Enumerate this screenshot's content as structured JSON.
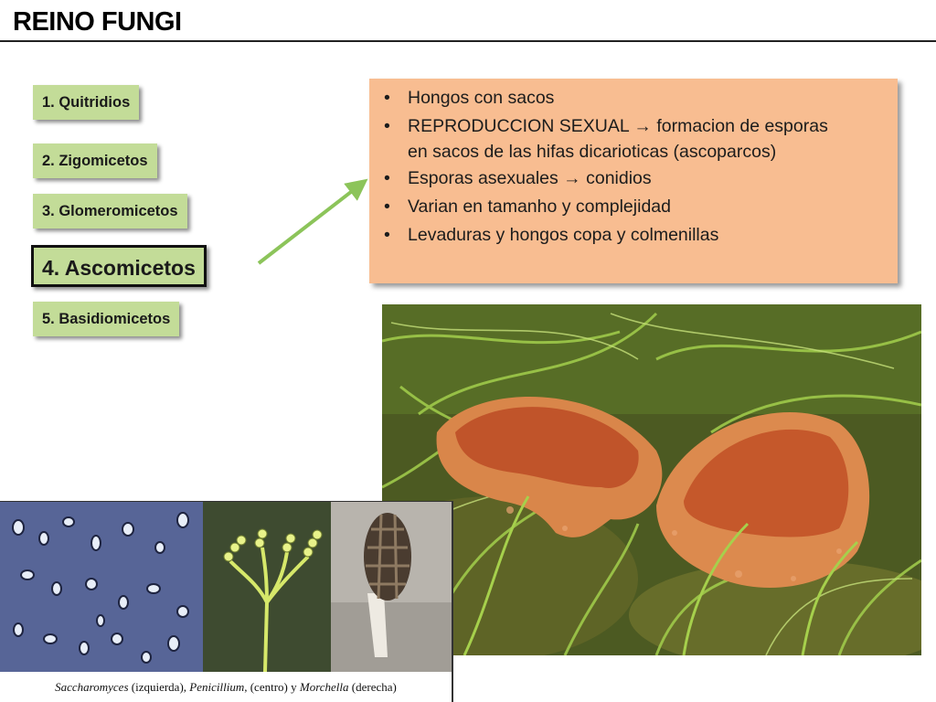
{
  "title": "REINO FUNGI",
  "nav": [
    {
      "label": "1. Quitridios",
      "active": false
    },
    {
      "label": "2. Zigomicetos",
      "active": false
    },
    {
      "label": "3. Glomeromicetos",
      "active": false
    },
    {
      "label": "4. Ascomicetos",
      "active": true
    },
    {
      "label": "5. Basidiomicetos",
      "active": false
    }
  ],
  "info": {
    "items": [
      "Hongos con sacos",
      "REPRODUCCION SEXUAL → formacion de esporas",
      "en sacos de las hifas dicarioticas (ascoparcos)",
      "Esporas asexuales → conidios",
      "Varian en tamanho y complejidad",
      "Levaduras y hongos copa y colmenillas"
    ]
  },
  "caption": {
    "g1": "Saccharomyces",
    "t1": " (izquierda), ",
    "g2": "Penicillium",
    "t2": ", (centro) y ",
    "g3": "Morchella",
    "t3": " (derecha)"
  },
  "colors": {
    "nav_bg": "#c3dc98",
    "info_bg": "#f8bd91",
    "arrow": "#8cc45a"
  }
}
